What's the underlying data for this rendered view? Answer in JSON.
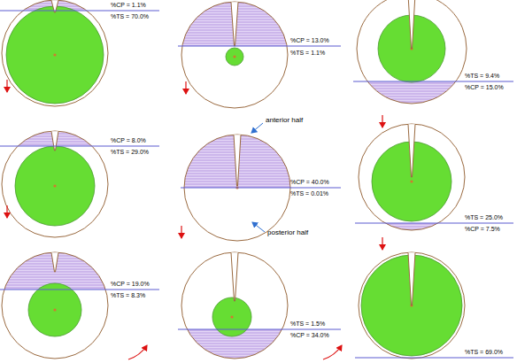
{
  "diagram": {
    "labels": [
      "%CP = 1.1%",
      "%TS = 70.0%",
      "%CP = 13.0%",
      "%TS = 1.1%",
      "%TS = 9.4%",
      "%CP = 15.0%",
      "%CP = 8.0%",
      "%TS = 29.0%",
      "anterior half",
      "%CP = 40.0%",
      "%TS = 0.01%",
      "posterior half",
      "%TS = 25.0%",
      "%CP = 7.5%",
      "%CP = 19.0%",
      "%TS = 8.3%",
      "%TS = 1.5%",
      "%CP = 34.0%",
      "%TS = 69.0%"
    ]
  }
}
